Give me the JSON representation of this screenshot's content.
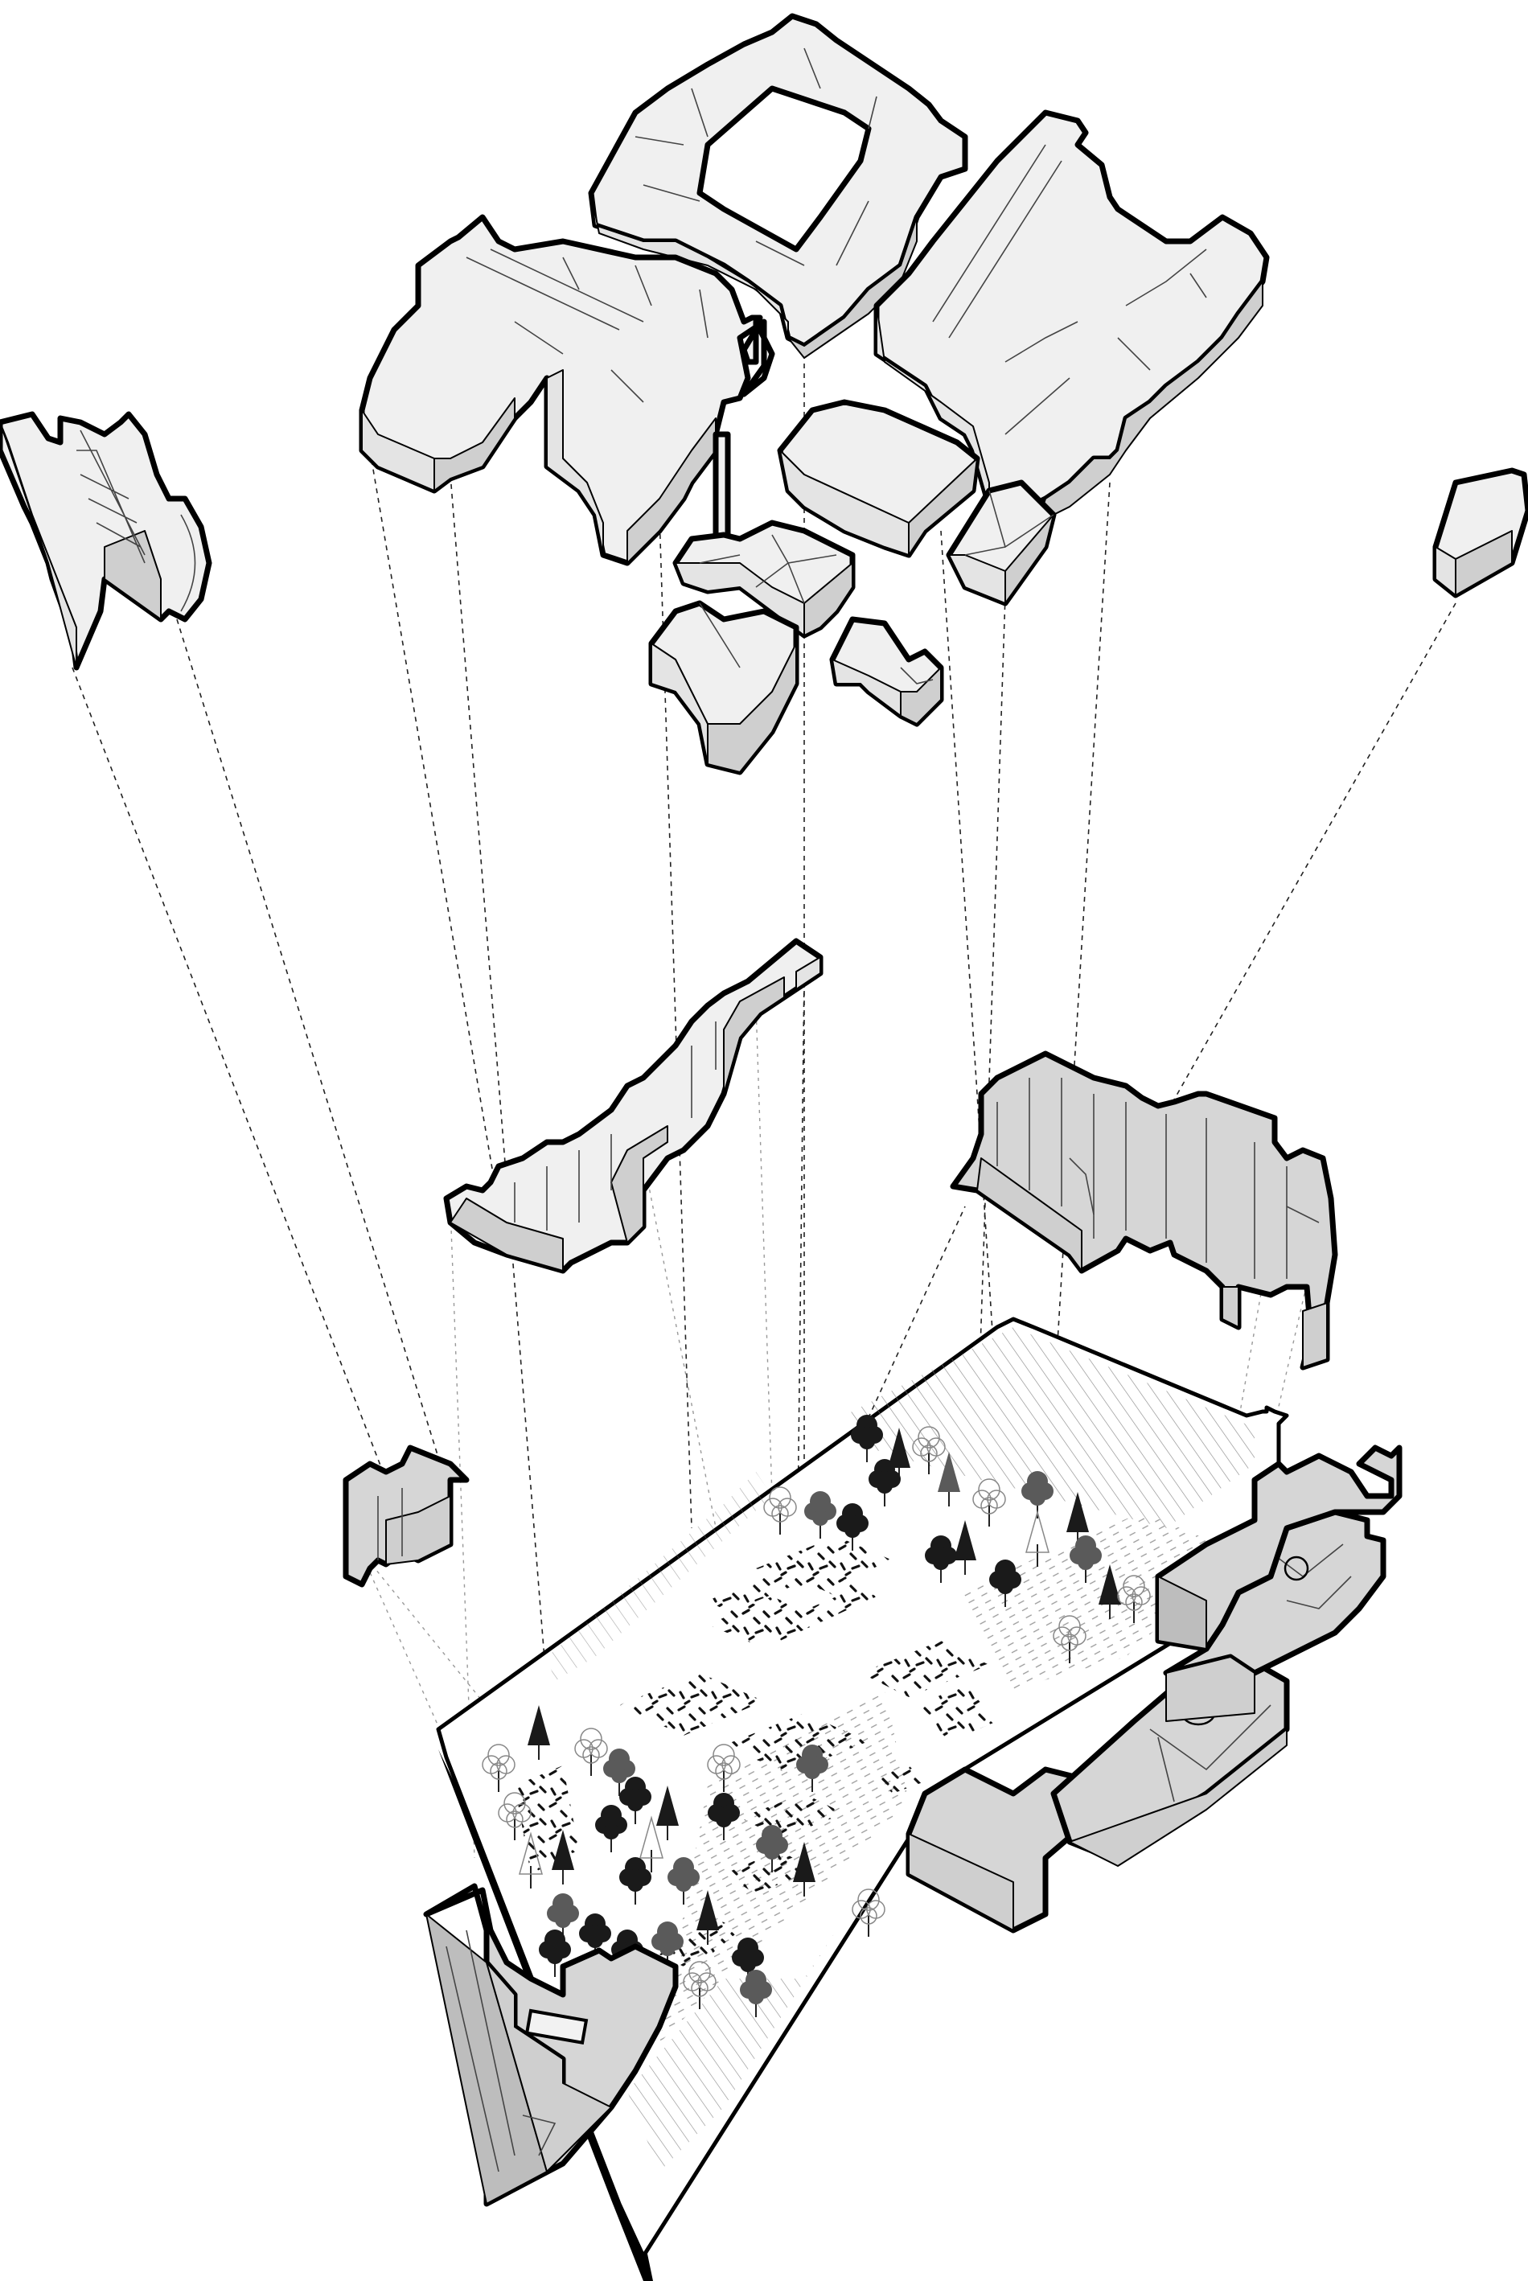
{
  "diagram": {
    "kind": "exploded-axonometric",
    "style": {
      "background": "#ffffff",
      "outline": "#000000",
      "upper_building_fill": "#f0f0f0",
      "lower_building_fill": "#d6d6d6",
      "tree_dark": "#1a1a1a",
      "tree_mid": "#5a5a5a",
      "projection_line": "#222222"
    },
    "layers": [
      {
        "name": "upper-building-layer",
        "building_count": 11
      },
      {
        "name": "middle-building-layer",
        "building_count": 3
      },
      {
        "name": "ground-site-layer",
        "tree_count": 48
      }
    ]
  }
}
